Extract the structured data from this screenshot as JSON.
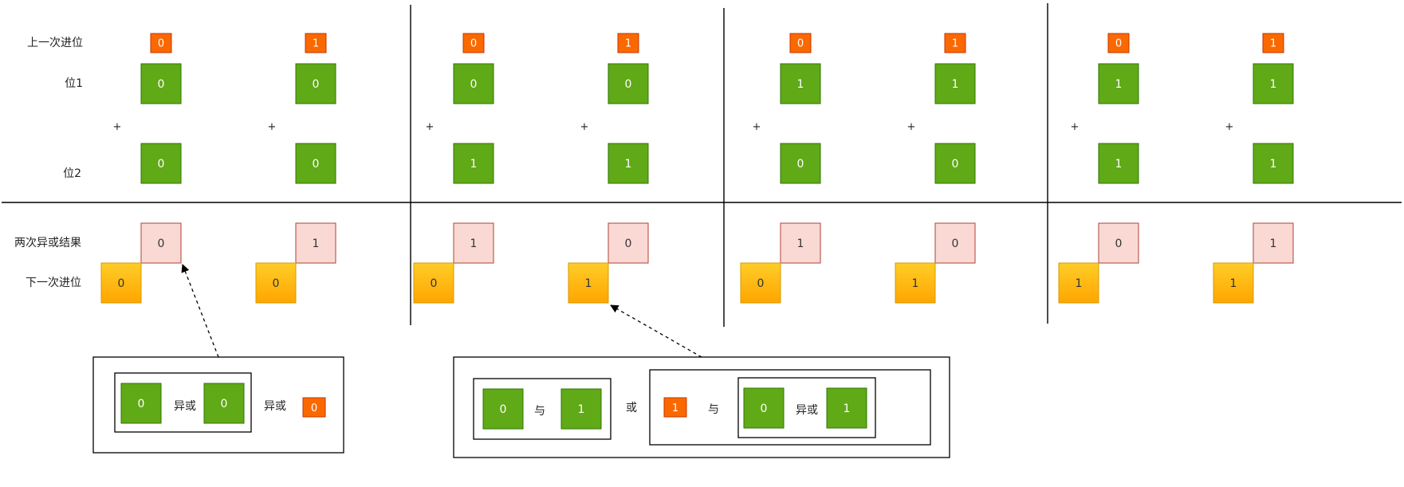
{
  "row_labels": {
    "prev_carry": "上一次进位",
    "bit1": "位1",
    "bit2": "位2",
    "xor_result": "两次异或结果",
    "next_carry": "下一次进位"
  },
  "plus_sign": "+",
  "columns": [
    {
      "carry_in": "0",
      "bit1": "0",
      "bit2": "0",
      "xor": "0",
      "carry_out": "0"
    },
    {
      "carry_in": "1",
      "bit1": "0",
      "bit2": "0",
      "xor": "1",
      "carry_out": "0"
    },
    {
      "carry_in": "0",
      "bit1": "0",
      "bit2": "1",
      "xor": "1",
      "carry_out": "0"
    },
    {
      "carry_in": "1",
      "bit1": "0",
      "bit2": "1",
      "xor": "0",
      "carry_out": "1"
    },
    {
      "carry_in": "0",
      "bit1": "1",
      "bit2": "0",
      "xor": "1",
      "carry_out": "0"
    },
    {
      "carry_in": "1",
      "bit1": "1",
      "bit2": "0",
      "xor": "0",
      "carry_out": "1"
    },
    {
      "carry_in": "0",
      "bit1": "1",
      "bit2": "1",
      "xor": "0",
      "carry_out": "1"
    },
    {
      "carry_in": "1",
      "bit1": "1",
      "bit2": "1",
      "xor": "1",
      "carry_out": "1"
    }
  ],
  "xor_formula": {
    "a": "0",
    "op1": "异或",
    "b": "0",
    "op2": "异或",
    "c": "0"
  },
  "carry_formula": {
    "a": "0",
    "and1": "与",
    "b": "1",
    "or": "或",
    "c": "1",
    "and2": "与",
    "d": "0",
    "xor": "异或",
    "e": "1"
  },
  "colors": {
    "green_fill": "#60a917",
    "green_stroke": "#2d7600",
    "orange_fill": "#fa6800",
    "orange_stroke": "#c73500",
    "pink_fill": "#fad9d5",
    "pink_stroke": "#ae4132",
    "yellow_fill": "#ffb000",
    "yellow_stroke": "#d79b00"
  }
}
